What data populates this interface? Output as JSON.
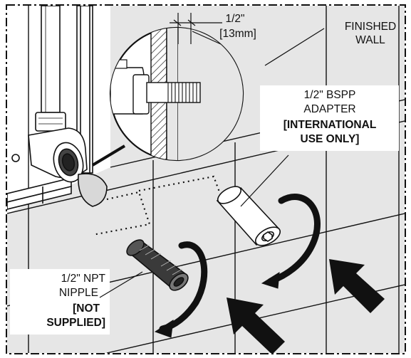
{
  "dimension": {
    "value_line1": "1/2\"",
    "value_line2": "[13mm]"
  },
  "finished_wall": {
    "line1": "FINISHED",
    "line2": "WALL"
  },
  "bspp_adapter": {
    "line1": "1/2\" BSPP",
    "line2": "ADAPTER",
    "line3": "[INTERNATIONAL",
    "line4": "USE ONLY]"
  },
  "npt_nipple": {
    "line1": "1/2\" NPT",
    "line2": "NIPPLE",
    "line3": "[NOT",
    "line4": "SUPPLIED]"
  },
  "colors": {
    "wall": "#e6e6e6",
    "line": "#111111",
    "frame": "#111111"
  },
  "icons": [
    "rotation-arrow-icon",
    "push-arrow-icon",
    "detail-magnifier-icon"
  ]
}
